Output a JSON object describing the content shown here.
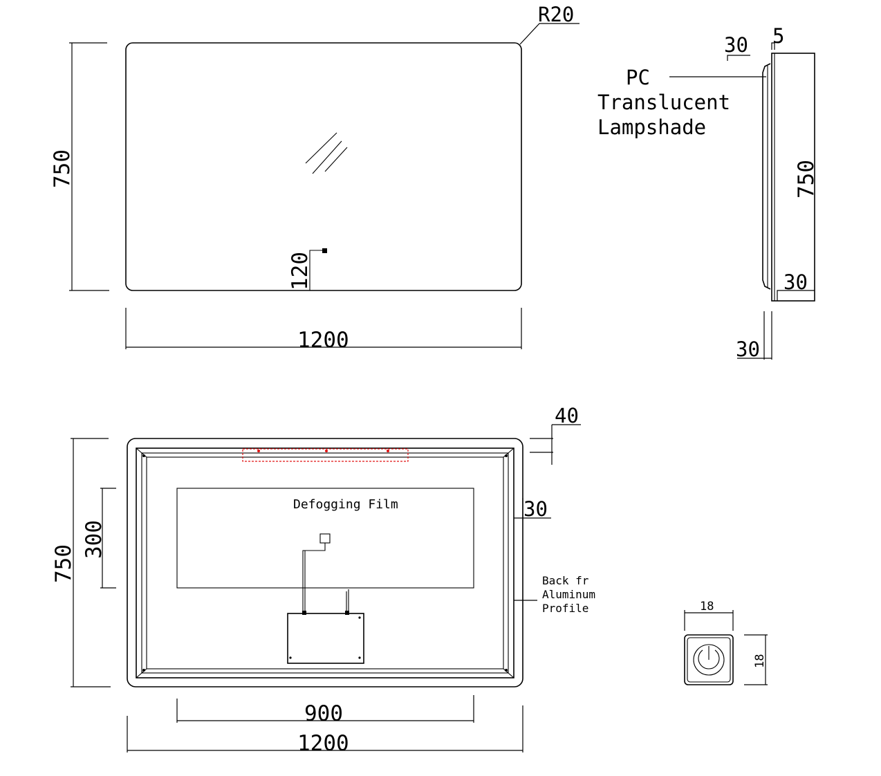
{
  "front_view": {
    "width": "1200",
    "height": "750",
    "corner_radius": "R20",
    "switch_offset": "120"
  },
  "side_view": {
    "depth": "30",
    "lamp_offset": "5",
    "height": "750",
    "bottom_gap": "30",
    "back_depth": "30",
    "lampshade_label_1": "PC",
    "lampshade_label_2": "Translucent",
    "lampshade_label_3": "Lampshade"
  },
  "back_view": {
    "width": "1200",
    "height": "750",
    "film_width": "900",
    "film_height": "300",
    "film_label": "Defogging Film",
    "frame_offset": "40",
    "frame_width": "30",
    "profile_label_1": "Back fr",
    "profile_label_2": "Aluminum",
    "profile_label_3": "Profile"
  },
  "switch_detail": {
    "width": "18",
    "height": "18",
    "icon": "power-icon"
  }
}
